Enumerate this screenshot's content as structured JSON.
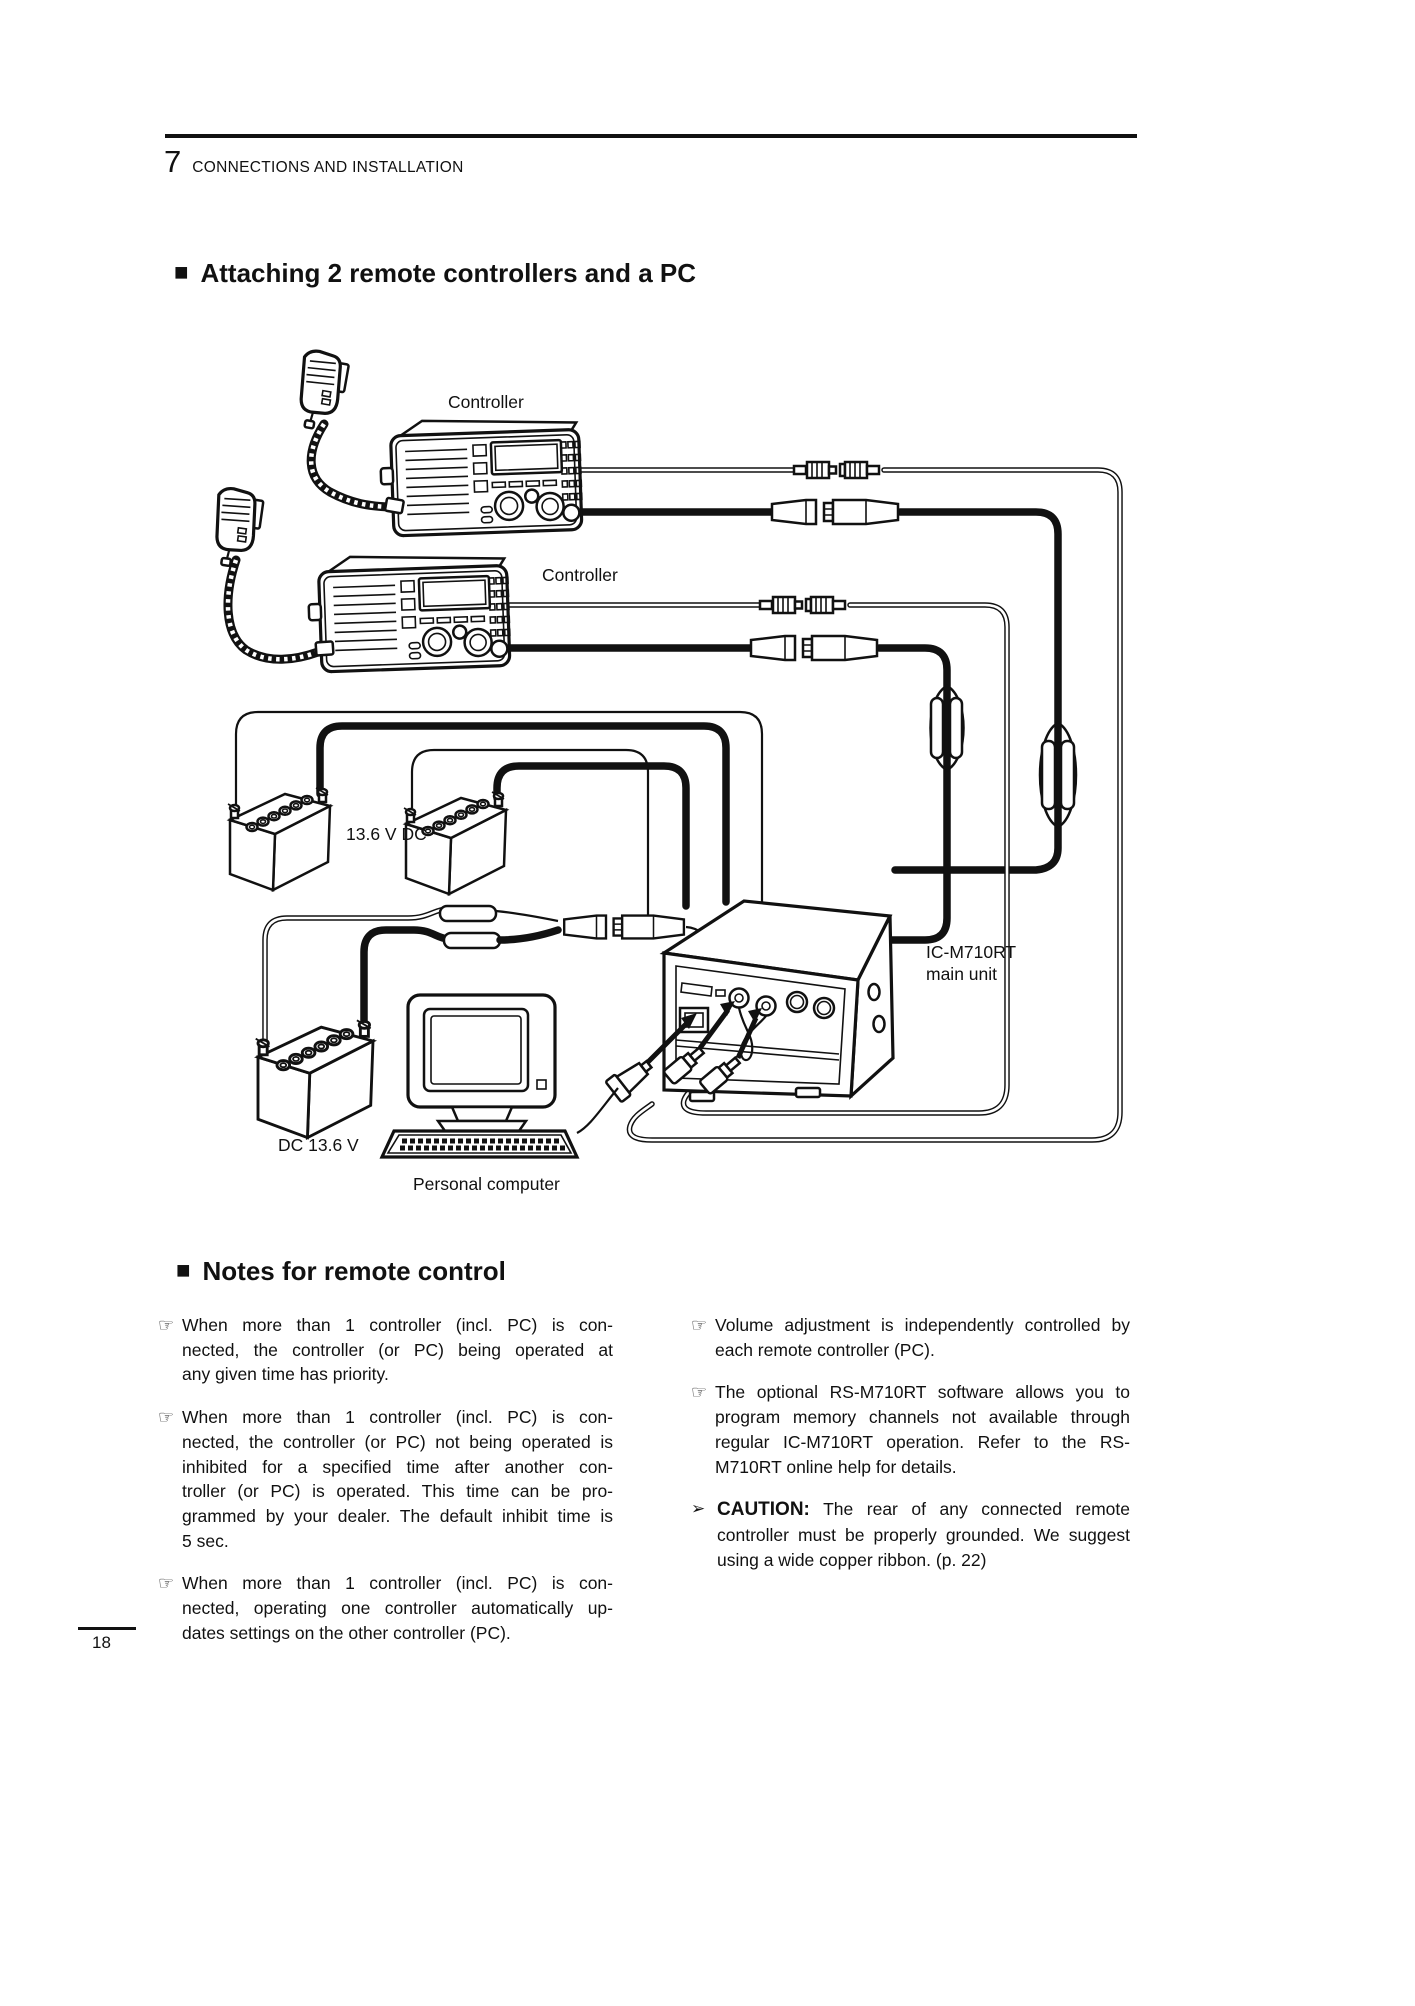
{
  "page": {
    "chapter_number": "7",
    "chapter_title": "CONNECTIONS AND INSTALLATION",
    "page_number": "18",
    "section_marker": "■"
  },
  "section1": {
    "title": "Attaching 2 remote controllers and a PC"
  },
  "diagram": {
    "labels": {
      "controller_top": "Controller",
      "controller_bottom": "Controller",
      "dc_top": "13.6 V DC",
      "main_unit_line1": "IC-M710RT",
      "main_unit_line2": "main unit",
      "dc_bottom": "DC 13.6 V",
      "pc": "Personal computer"
    }
  },
  "notes": {
    "title": "Notes for remote control",
    "bullet_glyph": "☞",
    "left": [
      {
        "lines": [
          "When more than 1 controller (incl. PC) is con-",
          "nected, the controller (or PC) being operated at",
          "any given time has priority."
        ]
      },
      {
        "lines": [
          "When more than 1 controller (incl. PC) is con-",
          "nected, the controller (or PC) not being operated is",
          "inhibited for a specified time after another con-",
          "troller (or PC) is operated. This time can be pro-",
          "grammed by your dealer. The default inhibit time is",
          "5 sec."
        ]
      },
      {
        "lines": [
          "When more than 1 controller (incl. PC) is con-",
          "nected, operating one controller automatically up-",
          "dates settings on the other controller (PC)."
        ]
      }
    ],
    "right": [
      {
        "lines": [
          "Volume adjustment is independently controlled by",
          "each remote controller (PC)."
        ]
      },
      {
        "lines": [
          "The optional RS-M710RT software allows you to",
          "program memory channels not available through",
          "regular IC-M710RT operation. Refer to the RS-",
          "M710RT online help for details."
        ]
      }
    ],
    "caution": {
      "arrow": "➢",
      "label": "CAUTION:",
      "first_line_rest": "The rear of any connected remote",
      "lines": [
        "controller must be properly grounded. We suggest",
        "using a wide copper ribbon. (p. 22)"
      ]
    }
  }
}
